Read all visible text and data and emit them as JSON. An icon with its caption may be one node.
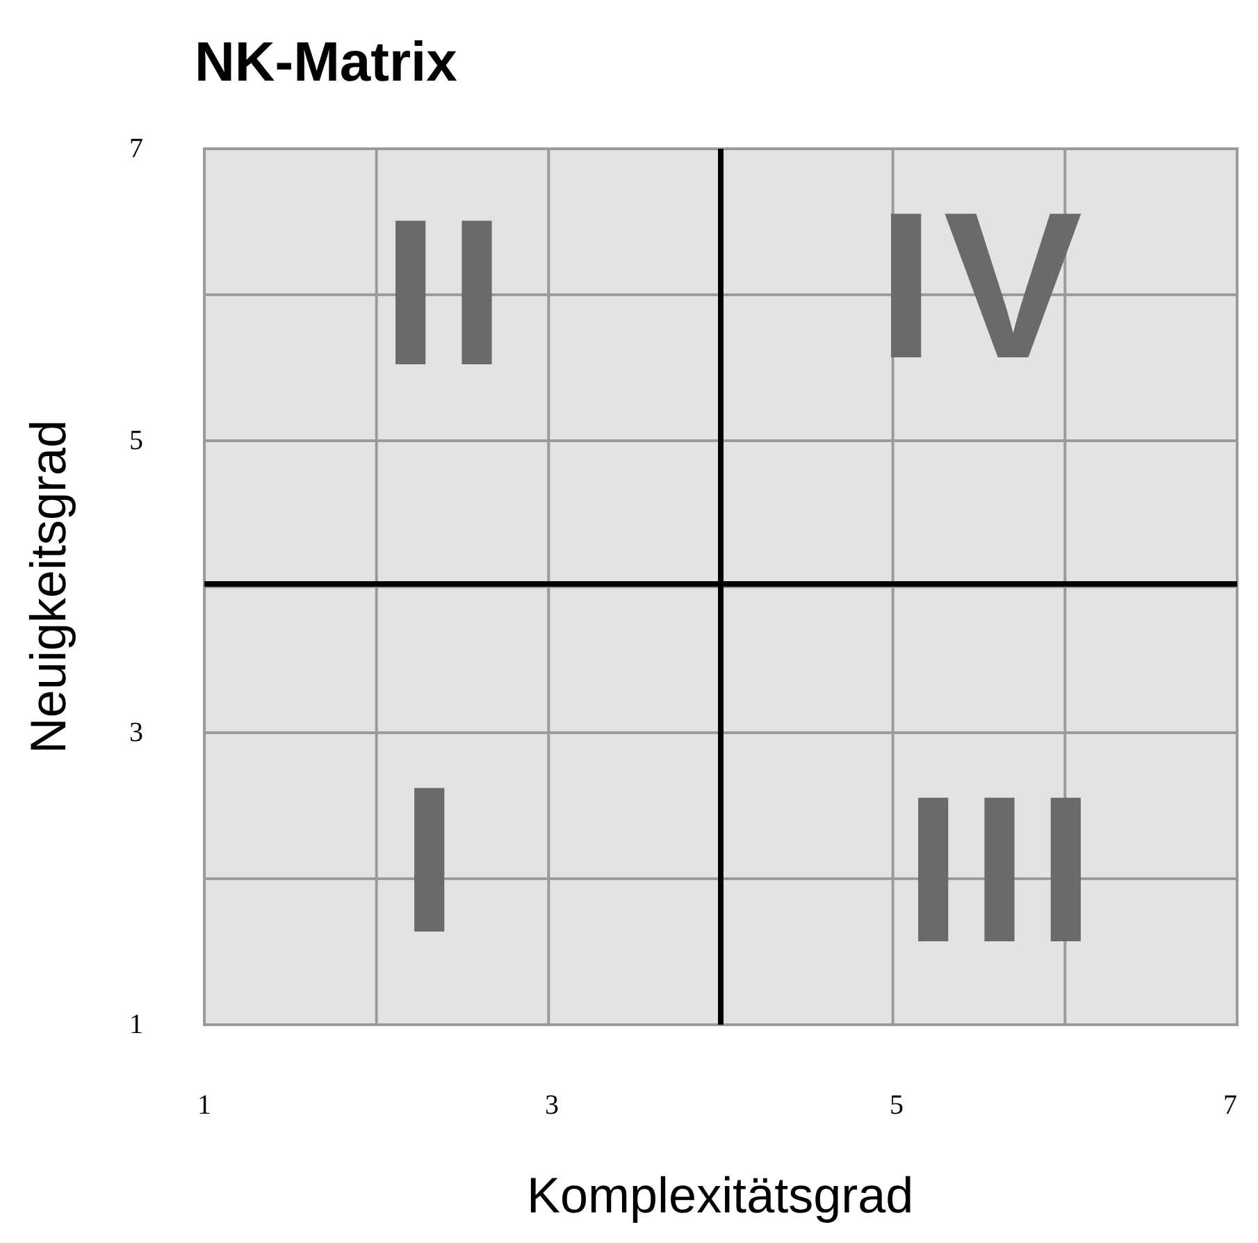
{
  "diagram": {
    "title": "NK-Matrix",
    "labels": [
      "7",
      "II",
      "IV",
      "5",
      "Neuigkeitsgrad",
      "3",
      "I",
      "III",
      "1",
      "1",
      "3",
      "5",
      "7",
      "Komplexitätsgrad"
    ]
  }
}
